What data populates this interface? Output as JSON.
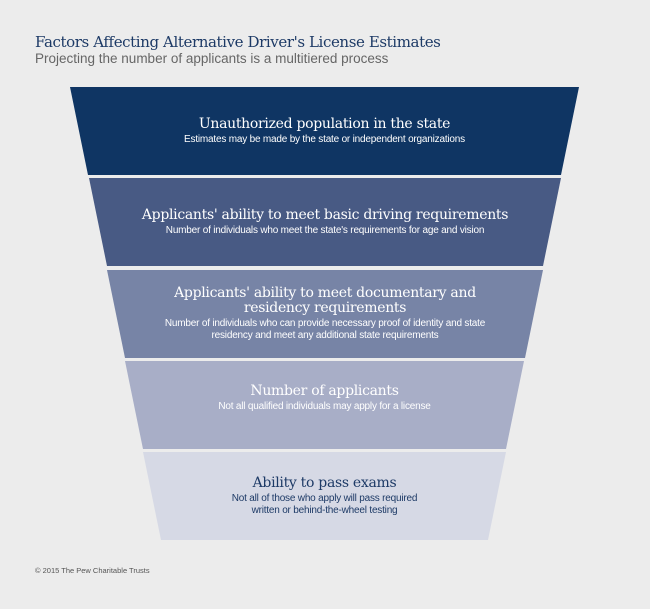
{
  "title": "Factors Affecting Alternative Driver's License Estimates",
  "subtitle": "Projecting the number of applicants is a multitiered process",
  "levels": [
    {
      "heading": "Unauthorized population in the state",
      "desc": "Estimates may be made by the state or independent organizations",
      "color": "#0f3563"
    },
    {
      "heading": "Applicants' ability to meet basic driving requirements",
      "desc": "Number of individuals who meet the state's requirements for age and vision",
      "color": "#485a84"
    },
    {
      "heading": "Applicants' ability to meet documentary and residency requirements",
      "desc": "Number of individuals who can provide necessary proof of identity and state residency and meet any additional state requirements",
      "color": "#7784a6"
    },
    {
      "heading": "Number of applicants",
      "desc": "Not all qualified individuals may apply for a license",
      "color": "#a8aec7"
    },
    {
      "heading": "Ability to pass exams",
      "desc": "Not all of those who apply will pass required written or behind-the-wheel testing",
      "color": "#d6d9e5"
    }
  ],
  "copyright": "© 2015 The Pew Charitable Trusts"
}
